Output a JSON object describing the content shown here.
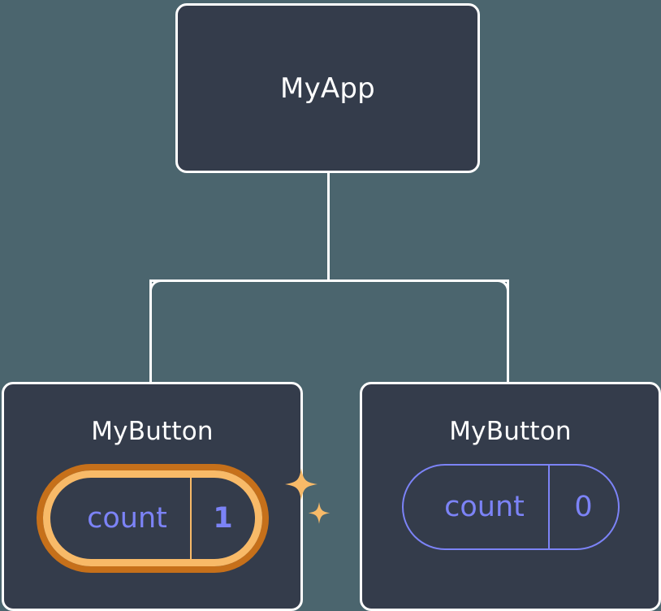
{
  "canvas": {
    "background_color": "#4b656e",
    "node_fill_color": "#343c4b",
    "node_border_color": "#ffffff",
    "prop_text_color": "#7c83f7",
    "highlight_outer_color": "#c6701a",
    "highlight_inner_color": "#f8ba68",
    "sparkle_color": "#f8ba68"
  },
  "tree": {
    "root": {
      "title": "MyApp"
    },
    "children": [
      {
        "title": "MyButton",
        "prop": {
          "name": "count",
          "value": "1"
        },
        "highlighted": true,
        "sparkle_icons": [
          "sparkle-large-icon",
          "sparkle-small-icon"
        ]
      },
      {
        "title": "MyButton",
        "prop": {
          "name": "count",
          "value": "0"
        },
        "highlighted": false
      }
    ]
  }
}
